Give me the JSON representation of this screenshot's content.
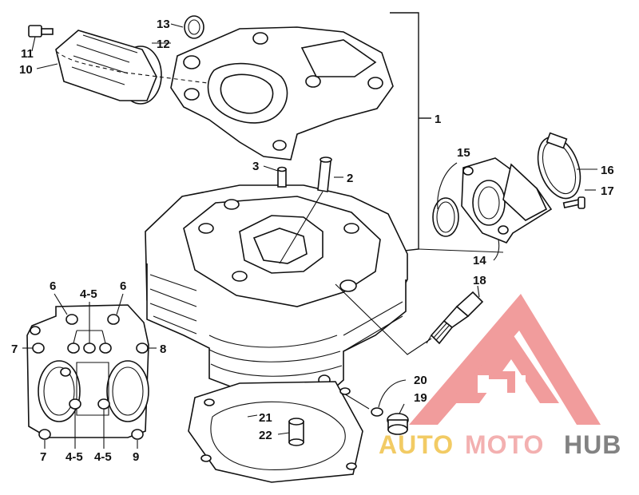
{
  "diagram": {
    "callouts": {
      "n1": "1",
      "n2": "2",
      "n3": "3",
      "n6a": "6",
      "n6b": "6",
      "n45a": "4-5",
      "n45b": "4-5",
      "n45c": "4-5",
      "n7a": "7",
      "n7b": "7",
      "n8": "8",
      "n9": "9",
      "n10": "10",
      "n11": "11",
      "n12": "12",
      "n13": "13",
      "n14": "14",
      "n15": "15",
      "n16": "16",
      "n17": "17",
      "n18": "18",
      "n19": "19",
      "n20": "20",
      "n21": "21",
      "n22": "22"
    }
  },
  "watermark": {
    "word_1": "AUTO",
    "word_2": "MOTO",
    "word_3": "HUB",
    "colors": {
      "auto": "#f0c24a",
      "moto": "#f2a3a3",
      "hub": "#6d6d6d",
      "triangle": "#ef8b8b"
    }
  }
}
